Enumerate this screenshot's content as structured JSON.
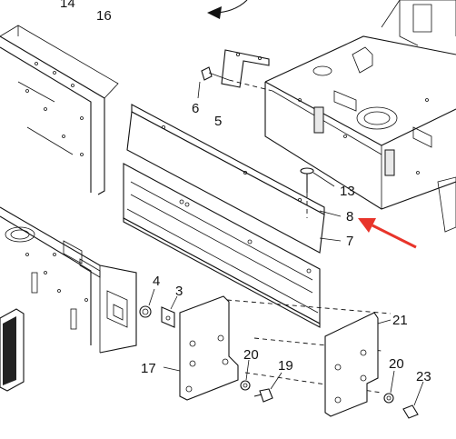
{
  "diagram": {
    "callouts": [
      {
        "id": "14",
        "text": "14"
      },
      {
        "id": "16",
        "text": "16"
      },
      {
        "id": "6",
        "text": "6"
      },
      {
        "id": "5",
        "text": "5"
      },
      {
        "id": "13",
        "text": "13"
      },
      {
        "id": "8",
        "text": "8"
      },
      {
        "id": "7",
        "text": "7"
      },
      {
        "id": "4",
        "text": "4"
      },
      {
        "id": "3",
        "text": "3"
      },
      {
        "id": "21",
        "text": "21"
      },
      {
        "id": "17",
        "text": "17"
      },
      {
        "id": "20a",
        "text": "20"
      },
      {
        "id": "19",
        "text": "19"
      },
      {
        "id": "20b",
        "text": "20"
      },
      {
        "id": "23",
        "text": "23"
      }
    ],
    "highlight_color": "#e8342a"
  }
}
